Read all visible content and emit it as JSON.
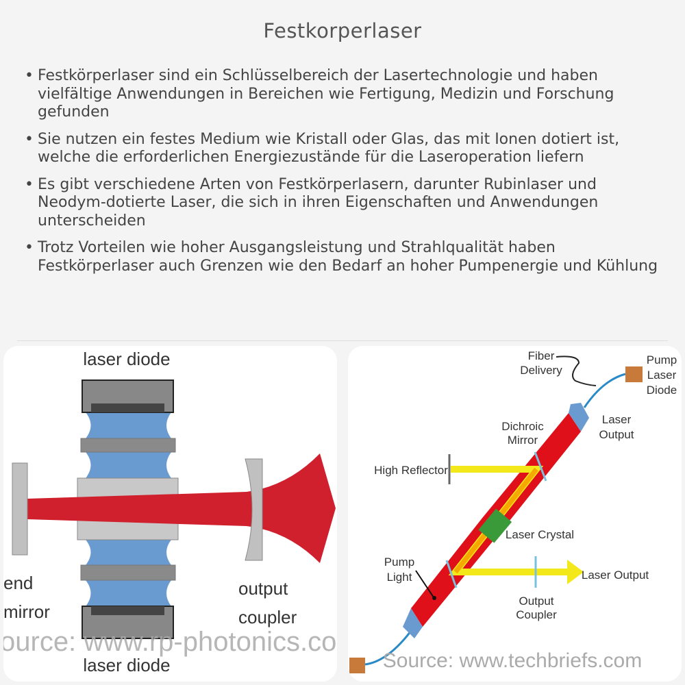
{
  "title": "Festkorperlaser",
  "bullets": [
    "Festkörperlaser sind ein Schlüsselbereich der Lasertechnologie und haben vielfältige Anwendungen in Bereichen wie Fertigung, Medizin und Forschung gefunden",
    "Sie nutzen ein festes Medium wie Kristall oder Glas, das mit Ionen dotiert ist, welche die erforderlichen Energiezustände für die Laseroperation liefern",
    "Es gibt verschiedene Arten von Festkörperlasern, darunter Rubinlaser und Neodym-dotierte Laser, die sich in ihren Eigenschaften und Anwendungen unterscheiden",
    "Trotz Vorteilen wie hoher Ausgangsleistung und Strahlqualität haben Festkörperlaser auch Grenzen wie den Bedarf an hoher Pumpenergie und Kühlung"
  ],
  "left_diagram": {
    "laser_diode_top": "laser diode",
    "laser_diode_bottom": "laser diode",
    "end": "end",
    "mirror": "mirror",
    "output": "output",
    "coupler": "coupler",
    "source": "ource: www.rp-photonics.com"
  },
  "right_diagram": {
    "fiber": "Fiber",
    "delivery": "Delivery",
    "pump1": "Pump",
    "laser1": "Laser",
    "diode1": "Diode",
    "dichroic": "Dichroic",
    "mirror": "Mirror",
    "laser_output_top_1": "Laser",
    "laser_output_top_2": "Output",
    "high_reflector": "High Reflector",
    "laser_crystal": "Laser Crystal",
    "pump_light_1": "Pump",
    "pump_light_2": "Light",
    "laser_output_right": "Laser Output",
    "output_coupler_1": "Output",
    "output_coupler_2": "Coupler",
    "source": "Source: www.techbriefs.com"
  },
  "colors": {
    "laser_red": "#d0202e",
    "pump_blue": "#6a9bd0",
    "yellow": "#f2e81a",
    "crystal_green": "#3a9a3a",
    "diode_orange": "#c87a3a"
  }
}
